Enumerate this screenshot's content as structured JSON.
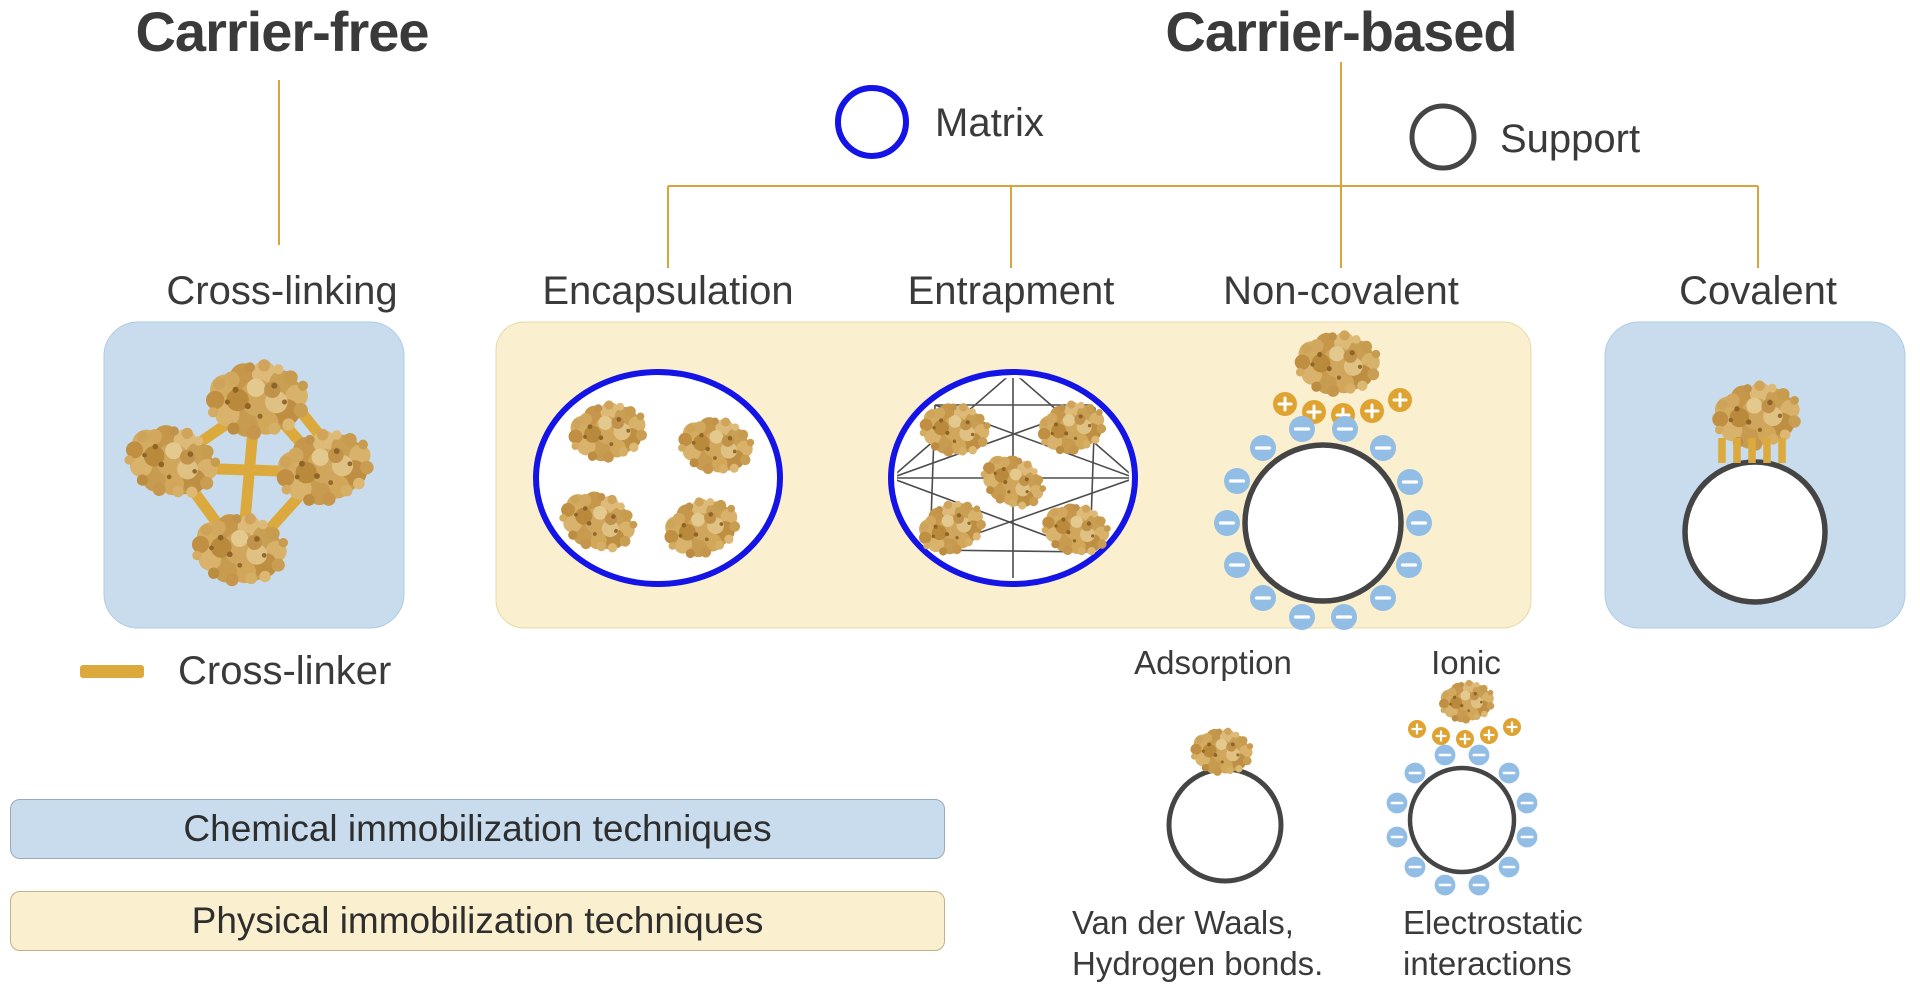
{
  "titles": {
    "carrier_free": "Carrier-free",
    "carrier_based": "Carrier-based"
  },
  "carrier_legend": {
    "matrix": "Matrix",
    "support": "Support"
  },
  "techniques": {
    "cross_linking": "Cross-linking",
    "encapsulation": "Encapsulation",
    "entrapment": "Entrapment",
    "non_covalent": "Non-covalent",
    "covalent": "Covalent"
  },
  "cross_linker_legend": "Cross-linker",
  "non_covalent_detail": {
    "adsorption": "Adsorption",
    "ionic": "Ionic",
    "adsorption_desc_line1": "Van der Waals,",
    "adsorption_desc_line2": "Hydrogen bonds.",
    "ionic_desc_line1": "Electrostatic",
    "ionic_desc_line2": "interactions"
  },
  "technique_type_legend": {
    "chemical": "Chemical immobilization techniques",
    "physical": "Physical immobilization techniques"
  },
  "colors": {
    "accent_gold": "#DCAA3C",
    "connector_line": "#D9A43C",
    "matrix_blue": "#1414E6",
    "support_gray": "#454545",
    "chemical_fill": "#C9DCEE",
    "physical_fill": "#FAEFCE",
    "negative_charge": "#92BDE4",
    "positive_charge": "#DFA332",
    "enzyme_tan": "#CFA65C",
    "text_dark": "#3A3A3A"
  }
}
